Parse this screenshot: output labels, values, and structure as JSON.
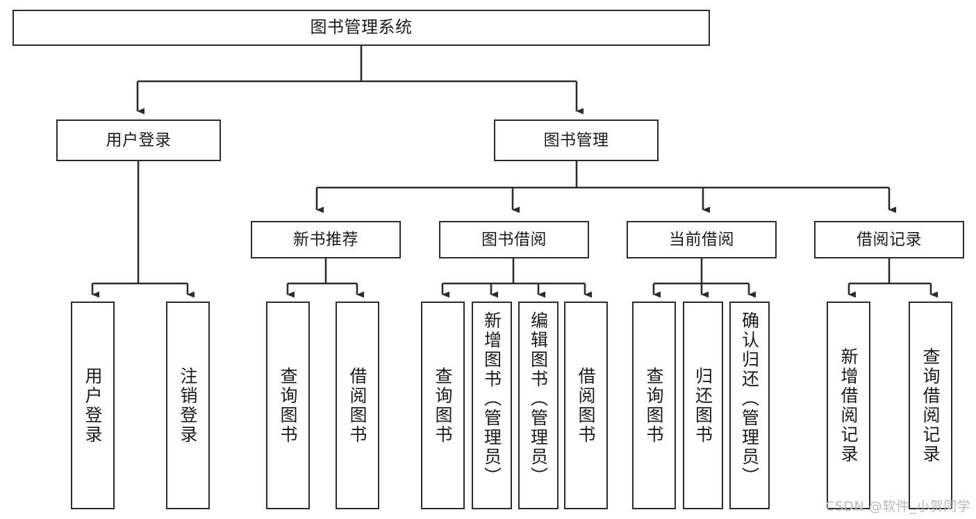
{
  "diagram": {
    "title": "图书管理系统",
    "type": "tree",
    "stroke_color": "#2b2b2b",
    "fill_color": "#ffffff",
    "text_color": "#1a1a1a",
    "root": {
      "id": "root",
      "label": "图书管理系统"
    },
    "level1": [
      {
        "id": "user-login",
        "label": "用户登录"
      },
      {
        "id": "book-manage",
        "label": "图书管理"
      }
    ],
    "level2": [
      {
        "id": "new-book-recommend",
        "label": "新书推荐"
      },
      {
        "id": "book-borrow",
        "label": "图书借阅"
      },
      {
        "id": "current-borrow",
        "label": "当前借阅"
      },
      {
        "id": "borrow-record",
        "label": "借阅记录"
      }
    ],
    "leaves": {
      "user_login": [
        {
          "id": "leaf-user-login",
          "label": "用户登录"
        },
        {
          "id": "leaf-logout",
          "label": "注销登录"
        }
      ],
      "new_book_recommend": [
        {
          "id": "leaf-query-book-1",
          "label": "查询图书"
        },
        {
          "id": "leaf-borrow-book-1",
          "label": "借阅图书"
        }
      ],
      "book_borrow": [
        {
          "id": "leaf-query-book-2",
          "label": "查询图书"
        },
        {
          "id": "leaf-add-book",
          "label": "新增图书（管理员）"
        },
        {
          "id": "leaf-edit-book",
          "label": "编辑图书（管理员）"
        },
        {
          "id": "leaf-borrow-book-2",
          "label": "借阅图书"
        }
      ],
      "current_borrow": [
        {
          "id": "leaf-query-book-3",
          "label": "查询图书"
        },
        {
          "id": "leaf-return-book",
          "label": "归还图书"
        },
        {
          "id": "leaf-confirm-return",
          "label": "确认归还（管理员）"
        }
      ],
      "borrow_record": [
        {
          "id": "leaf-add-record",
          "label": "新增借阅记录"
        },
        {
          "id": "leaf-query-record",
          "label": "查询借阅记录"
        }
      ]
    }
  },
  "watermark": {
    "text": "CSDN @软件_小贺同学",
    "color": "#b9b9b9"
  }
}
